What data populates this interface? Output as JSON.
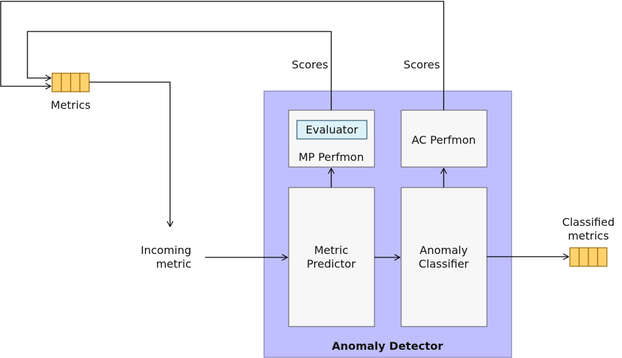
{
  "container": {
    "label": "Anomaly Detector"
  },
  "queues": {
    "metrics": {
      "label": "Metrics"
    },
    "classified": {
      "label_line1": "Classified",
      "label_line2": "metrics"
    }
  },
  "incoming": {
    "line1": "Incoming",
    "line2": "metric"
  },
  "components": {
    "mp_perfmon": {
      "label": "MP Perfmon"
    },
    "evaluator": {
      "label": "Evaluator"
    },
    "ac_perfmon": {
      "label": "AC Perfmon"
    },
    "metric_predictor": {
      "line1": "Metric",
      "line2": "Predictor"
    },
    "anomaly_classifier": {
      "line1": "Anomaly",
      "line2": "Classifier"
    }
  },
  "edges": {
    "mp_scores": {
      "label": "Scores"
    },
    "ac_scores": {
      "label": "Scores"
    }
  },
  "colors": {
    "container_fill": "#bfbffd",
    "component_fill": "#f7f7f7",
    "evaluator_fill": "#dcf1f8",
    "queue_fill": "#ffd26e"
  }
}
